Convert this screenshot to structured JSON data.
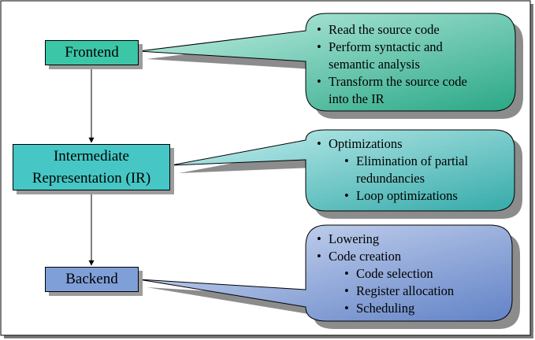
{
  "colors": {
    "frontend": "#3cc6a8",
    "frontend_bubble_light": "#c3efe6",
    "frontend_bubble_dark": "#2aa886",
    "ir": "#46c7c6",
    "ir_bubble_light": "#c6efef",
    "ir_bubble_dark": "#35abaa",
    "backend": "#7f9fd8",
    "backend_bubble_light": "#d6e0f4",
    "backend_bubble_dark": "#6283c7",
    "shadow": "#9c9c9c",
    "stroke": "#000000"
  },
  "boxes": {
    "frontend": "Frontend",
    "ir_line1": "Intermediate",
    "ir_line2": "Representation (IR)",
    "backend": "Backend"
  },
  "callouts": {
    "frontend": {
      "item1": "Read the source code",
      "item2_line1": "Perform syntactic and",
      "item2_line2": "semantic analysis",
      "item3_line1": "Transform the source code",
      "item3_line2": "into the IR"
    },
    "ir": {
      "item1": "Optimizations",
      "sub1_line1": "Elimination of partial",
      "sub1_line2": "redundancies",
      "sub2": "Loop optimizations"
    },
    "backend": {
      "item1": "Lowering",
      "item2": "Code creation",
      "sub1": "Code selection",
      "sub2": "Register allocation",
      "sub3": "Scheduling"
    }
  }
}
